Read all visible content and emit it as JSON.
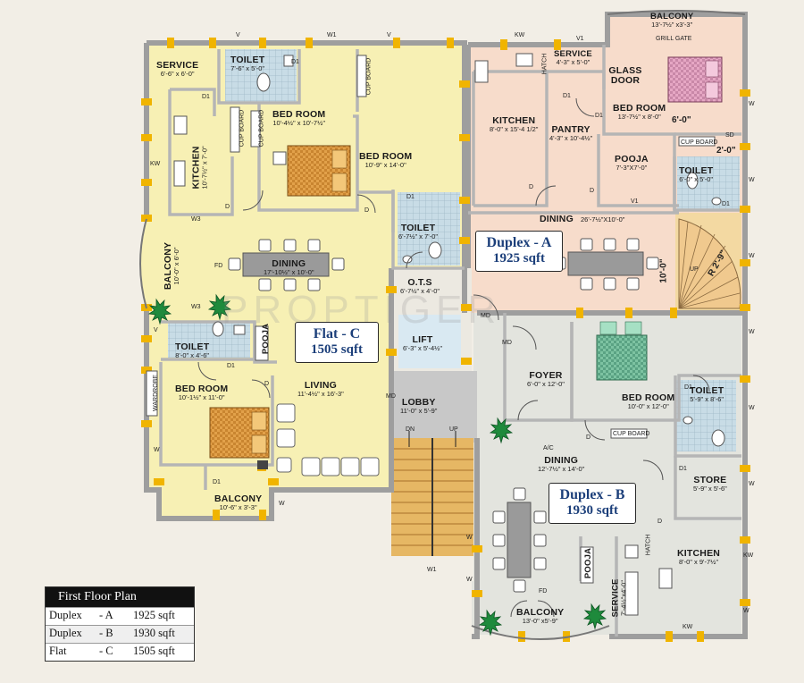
{
  "watermark": "PROPTIGER",
  "units": {
    "flat_c": {
      "name": "Flat - C",
      "area": "1505 sqft"
    },
    "duplex_a": {
      "name": "Duplex - A",
      "area": "1925 sqft"
    },
    "duplex_b": {
      "name": "Duplex - B",
      "area": "1930 sqft"
    }
  },
  "rooms": {
    "c_service": {
      "name": "SERVICE",
      "dims": "6'-6\" x 6'-0\""
    },
    "c_toilet1": {
      "name": "TOILET",
      "dims": "7'-6\" x 5'-0\""
    },
    "c_bed1": {
      "name": "BED ROOM",
      "dims": "10'-4½\" x 10'-7½\""
    },
    "c_bed2": {
      "name": "BED ROOM",
      "dims": "10'-9\" x 14'-0\""
    },
    "c_kitchen": {
      "name": "KITCHEN",
      "dims": "10'-7½\" x 7'-0\""
    },
    "c_toilet2": {
      "name": "TOILET",
      "dims": "6'-7½\" x 7'-0\""
    },
    "c_balcony1": {
      "name": "BALCONY",
      "dims": "10'-0\" x 6'-0\""
    },
    "c_dining": {
      "name": "DINING",
      "dims": "17'-10½\" x 10'-0\""
    },
    "ots": {
      "name": "O.T.S",
      "dims": "6'-7½\" x 4'-0\""
    },
    "c_toilet3": {
      "name": "TOILET",
      "dims": "8'-0\" x 4'-6\""
    },
    "c_pooja": {
      "name": "POOJA",
      "dims": ""
    },
    "lift": {
      "name": "LIFT",
      "dims": "6'-3\" x 5'-4½\""
    },
    "c_bed3": {
      "name": "BED ROOM",
      "dims": "10'-1½\" x 11'-0\""
    },
    "c_living": {
      "name": "LIVING",
      "dims": "11'-4½\" x 16'-3\""
    },
    "lobby": {
      "name": "LOBBY",
      "dims": "11'-0\" x 5'-9\""
    },
    "c_balcony2": {
      "name": "BALCONY",
      "dims": "10'-6\" x 3'-3\""
    },
    "a_balcony": {
      "name": "BALCONY",
      "dims": "13'-7½\" x3'-3\""
    },
    "a_service": {
      "name": "SERVICE",
      "dims": "4'-3\" x 5'-0\""
    },
    "a_glass": {
      "name": "GLASS DOOR",
      "dims": ""
    },
    "a_kitchen": {
      "name": "KITCHEN",
      "dims": "8'-0\" x 15'-4 1/2\""
    },
    "a_bed": {
      "name": "BED ROOM",
      "dims": "13'-7½\" x 8'-0\""
    },
    "a_pantry": {
      "name": "PANTRY",
      "dims": "4'-3\" x 10'-4½\""
    },
    "a_pooja": {
      "name": "POOJA",
      "dims": "7'-3\"X7'-0\""
    },
    "a_toilet": {
      "name": "TOILET",
      "dims": "6'-0\" x 5'-0\""
    },
    "a_dining": {
      "name": "DINING",
      "dims": "26'-7½\"X10'-0\""
    },
    "b_foyer": {
      "name": "FOYER",
      "dims": "6'-0\" x 12'-0\""
    },
    "b_bed": {
      "name": "BED ROOM",
      "dims": "10'-0\" x 12'-0\""
    },
    "b_toilet": {
      "name": "TOILET",
      "dims": "5'-9\" x 8'-6\""
    },
    "b_dining": {
      "name": "DINING",
      "dims": "12'-7½\" x 14'-0\""
    },
    "b_store": {
      "name": "STORE",
      "dims": "5'-9\" x 5'-6\""
    },
    "b_kitchen": {
      "name": "KITCHEN",
      "dims": "8'-0\" x 9'-7½\""
    },
    "b_pooja": {
      "name": "POOJA",
      "dims": ""
    },
    "b_service": {
      "name": "SERVICE",
      "dims": "7'-4½\"x4'-0\""
    },
    "b_balcony": {
      "name": "BALCONY",
      "dims": "13'-0\" x5'-9\""
    }
  },
  "tags": {
    "grill_gate": "GRILL GATE",
    "cup_board": "CUP BOARD",
    "wardrobe": "WARDROBE",
    "hatch": "HATCH",
    "sd": "SD",
    "dim_6": "6'-0\"",
    "dim_2": "2'-0\"",
    "dim_10": "10'-0\"",
    "radius": "R 2'-9\"",
    "up": "UP",
    "dn": "DN",
    "ac": "A/C",
    "md": "MD",
    "fd": "FD",
    "d": "D",
    "d1": "D1",
    "v": "V",
    "v1": "V1",
    "w": "W",
    "w1": "W1",
    "w3": "W3",
    "kw": "KW"
  },
  "legend": {
    "title": "First Floor Plan",
    "rows": [
      {
        "type": "Duplex",
        "code": "- A",
        "area": "1925 sqft"
      },
      {
        "type": "Duplex",
        "code": "- B",
        "area": "1930 sqft"
      },
      {
        "type": "Flat",
        "code": "- C",
        "area": "1505 sqft"
      }
    ]
  },
  "colors": {
    "page": "#f2eee6",
    "flat_c": "#f7f0b4",
    "duplex_a": "#f7dccb",
    "duplex_b": "#e3e4de",
    "wall": "#b8b8b8",
    "door_jamb": "#f0b400",
    "unit_text": "#1c3f7a",
    "tile": "#c4d9e4",
    "stairs": "#e6b764"
  }
}
